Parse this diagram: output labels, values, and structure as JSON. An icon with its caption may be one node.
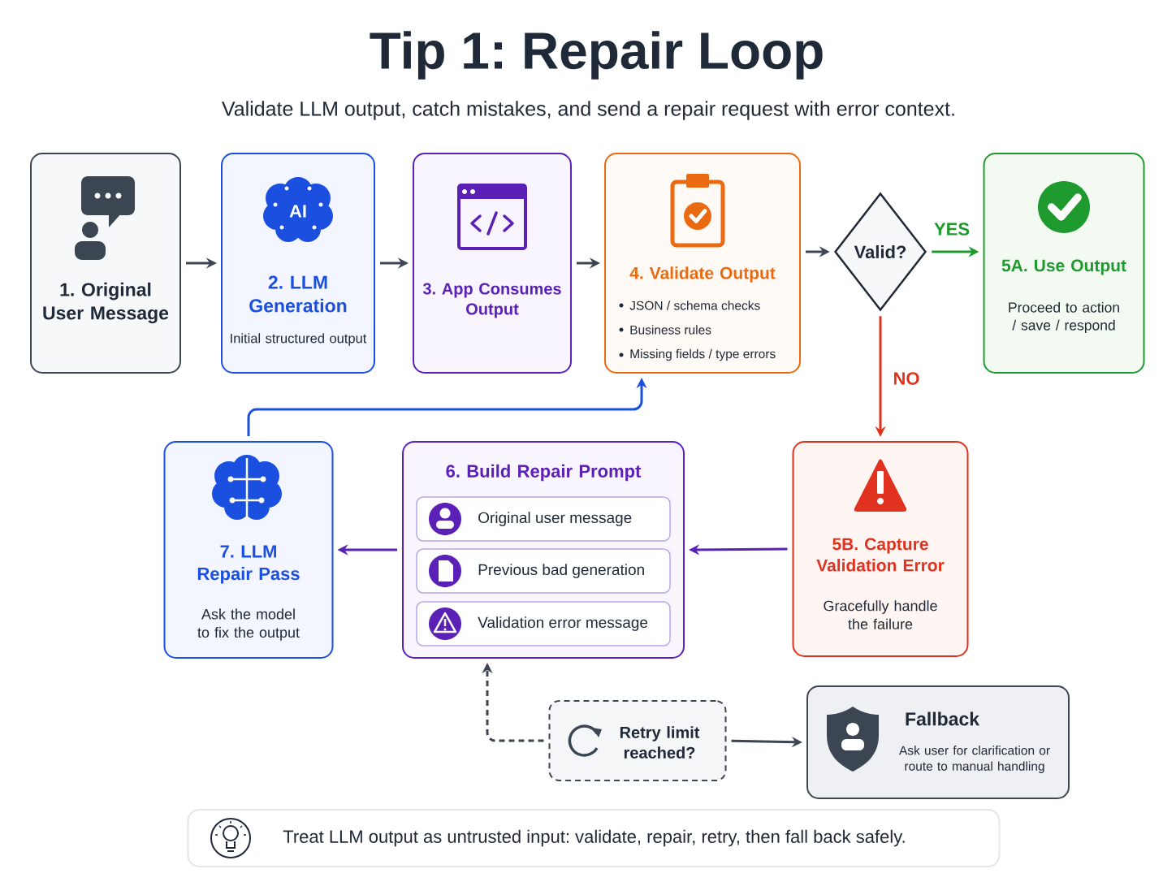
{
  "diagram": {
    "title": "Tip 1: Repair Loop",
    "nodes": [
      {
        "text": [
          "1. Original User Message"
        ]
      },
      {
        "text": [
          "2. LLM Generation",
          "Initial structured output"
        ]
      },
      {
        "text": [
          "3. App Consumes Output"
        ]
      },
      {
        "text": [
          "4. Validate Output",
          "JSON / schema checks",
          "Business rules",
          "Missing fields / type errors"
        ]
      },
      {
        "text": [
          "Valid?"
        ]
      },
      {
        "text": [
          "5A. Use Output",
          "Proceed to action / save / respond"
        ]
      },
      {
        "text": [
          "5B. Capture Validation Error",
          "Gracefully handle the failure"
        ]
      },
      {
        "text": [
          "6. Build Repair Prompt"
        ]
      },
      {
        "text": [
          "Original user message"
        ],
        "in": 7
      },
      {
        "text": [
          "Previous bad generation"
        ],
        "in": 7
      },
      {
        "text": [
          "Validation error message"
        ],
        "in": 7
      },
      {
        "text": [
          "7. LLM Repair Pass",
          "Ask the model to fix the output"
        ]
      },
      {
        "text": [
          "Retry limit reached?"
        ]
      },
      {
        "text": [
          "Fallback",
          "Ask user for clarification or route to manual handling"
        ]
      },
      {
        "text": [
          "Treat LLM output as untrusted input: validate, repair, retry, then fall back safely."
        ]
      }
    ],
    "edges": [
      {
        "from": 0,
        "to": 1,
        "arrow": "to"
      },
      {
        "from": 1,
        "to": 2,
        "arrow": "to"
      },
      {
        "from": 2,
        "to": 3,
        "arrow": "to"
      },
      {
        "from": 3,
        "to": 4,
        "arrow": "to"
      },
      {
        "from": 4,
        "to": 5,
        "arrow": "to",
        "label": "YES",
        "color": "#1e9a2e"
      },
      {
        "from": 4,
        "to": 6,
        "arrow": "to",
        "label": "NO",
        "color": "#e0321e"
      },
      {
        "from": 6,
        "to": 7,
        "arrow": "to",
        "color": "#5b21b6"
      },
      {
        "from": 7,
        "to": 11,
        "arrow": "to",
        "color": "#5b21b6"
      },
      {
        "from": 11,
        "to": 3,
        "arrow": "to",
        "color": "#1a4fe0"
      },
      {
        "from": 12,
        "to": 7,
        "arrow": "to",
        "style": "dashed"
      },
      {
        "from": 12,
        "to": 13,
        "arrow": "to"
      }
    ],
    "labels": [
      "Validate LLM output, catch mistakes, and send a repair request with error context.",
      "AI"
    ]
  }
}
